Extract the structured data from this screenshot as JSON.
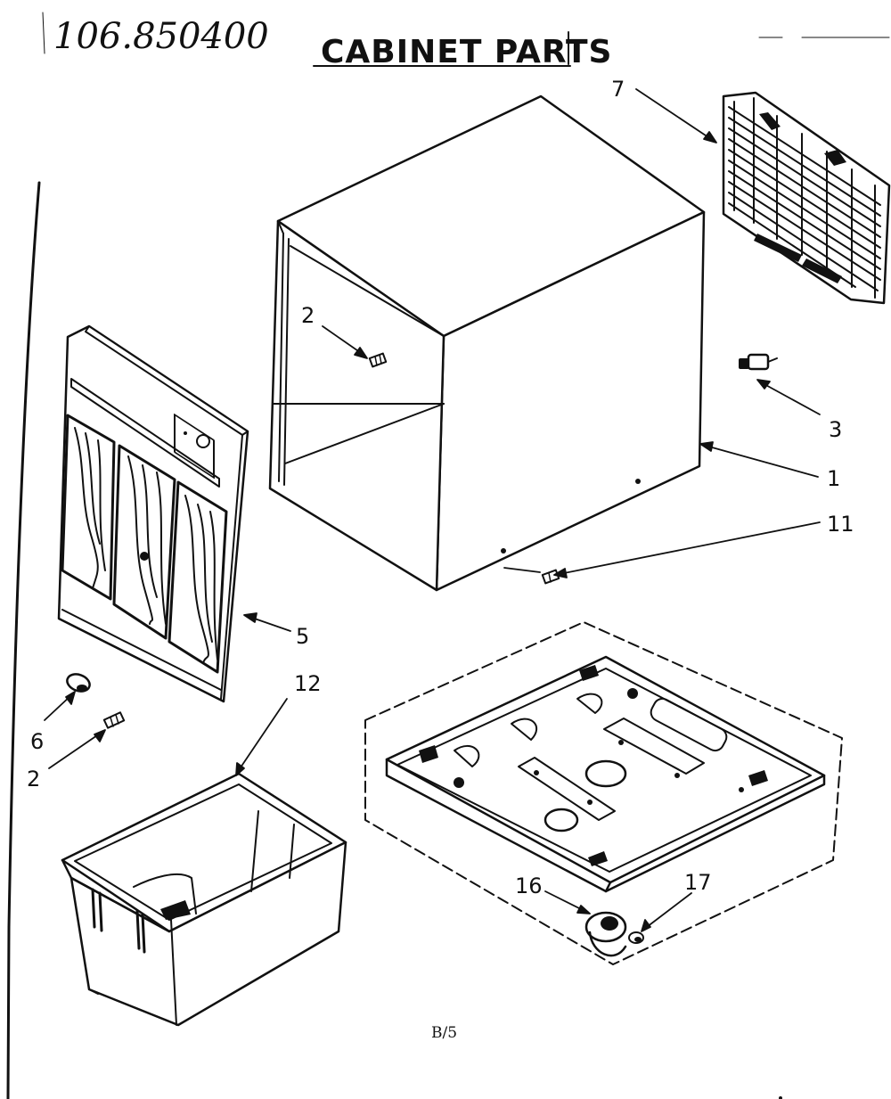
{
  "header": {
    "model_number": "106.850400",
    "title": "CABINET PARTS"
  },
  "callouts": {
    "c1": "1",
    "c2a": "2",
    "c2b": "2",
    "c3": "3",
    "c5": "5",
    "c6": "6",
    "c7": "7",
    "c11": "11",
    "c12": "12",
    "c16": "16",
    "c17": "17"
  },
  "footer": {
    "page_ref": "B/5"
  }
}
